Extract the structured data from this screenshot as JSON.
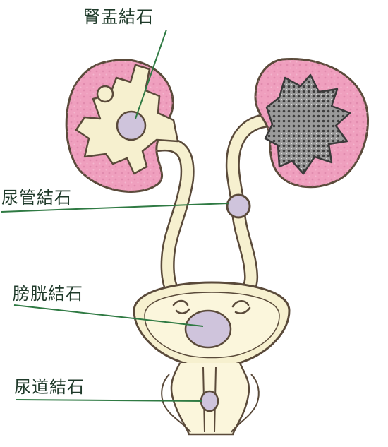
{
  "labels": {
    "renal_pelvis_stone": "腎盂結石",
    "ureter_stone": "尿管結石",
    "bladder_stone": "膀胱結石",
    "urethra_stone": "尿道結石"
  },
  "colors": {
    "kidney_pink": "#ef9fbe",
    "cream": "#f6f0cf",
    "outline": "#5a4a3a",
    "stone_lavender": "#cfc4dc",
    "leader_line": "#2f7a43",
    "label_text": "#1f3a2a"
  }
}
